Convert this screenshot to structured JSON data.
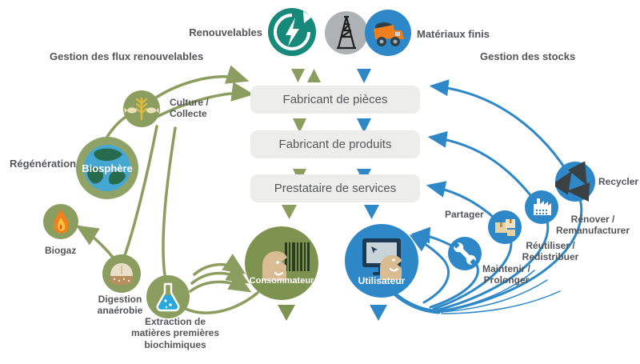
{
  "header": {
    "renewables_label": "Renouvelables",
    "finite_label": "Matériaux finis",
    "left_title": "Gestion des flux renouvelables",
    "right_title": "Gestion des stocks"
  },
  "chain": {
    "box1": "Fabricant de pièces",
    "box2": "Fabricant de produits",
    "box3": "Prestataire de services"
  },
  "bio": {
    "culture_lines": [
      "Culture /",
      "Collecte"
    ],
    "regeneration": "Régénération",
    "biosphere": "Biosphère",
    "biogas": "Biogaz",
    "digestion_lines": [
      "Digestion",
      "anaérobie"
    ],
    "extraction_lines": [
      "Extraction de",
      "matières premières",
      "biochimiques"
    ],
    "consumer": "Consommateur"
  },
  "tech": {
    "user": "Utilisateur",
    "share": "Partager",
    "maintain_lines": [
      "Maintenir /",
      "Prolonger"
    ],
    "reuse_lines": [
      "Réutiliser /",
      "Redistribuer"
    ],
    "refurbish_lines": [
      "Rénover /",
      "Remanufacturer"
    ],
    "recycle": "Recycler"
  },
  "icons": {
    "renewable": "renewable-energy-icon",
    "finite1": "oil-derrick-icon",
    "finite2": "mining-truck-icon",
    "culture": "wheat-and-fish-icon",
    "biosphere": "globe-icon",
    "biogas": "flame-icon",
    "digestion": "anaerobic-digester-icon",
    "extraction": "chemistry-flask-icon",
    "consumer": "person-barcode-icon",
    "user": "person-computer-icon",
    "maintain": "wrench-icon",
    "reuse": "packages-icon",
    "refurbish": "factory-icon",
    "recycle": "recycle-arrows-icon"
  },
  "colors": {
    "green": "#8C9E5F",
    "consumer_green": "#7E9350",
    "blue": "#2E88C8",
    "teal": "#17897B",
    "gray": "#ADB2B4",
    "orange": "#F07F1E",
    "box_bg": "#EDEDEB",
    "text": "#55565A"
  }
}
